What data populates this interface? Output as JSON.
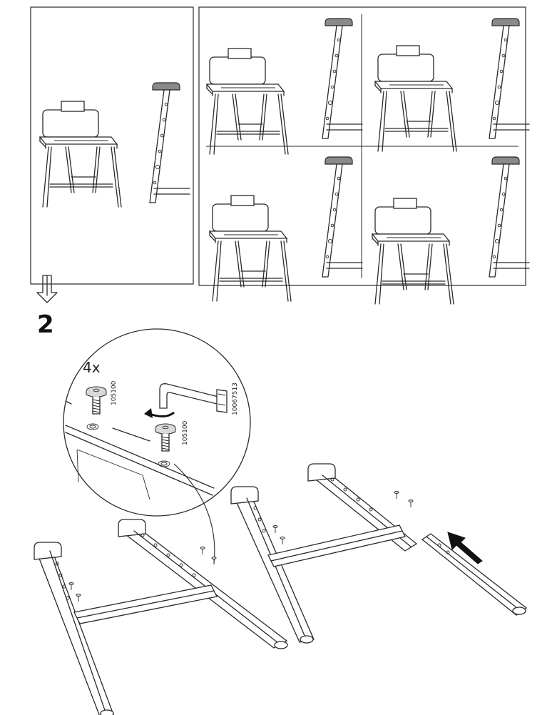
{
  "step": {
    "number": "2"
  },
  "detail": {
    "quantity": "4x",
    "bolt_part_number": "105100",
    "bolt_part_number_2": "105100",
    "key_part_number": "10067513"
  },
  "icons": {
    "continue_arrow": "double-down-arrow-icon",
    "rotation": "rotate-arrow-icon",
    "push_direction": "push-arrow-icon"
  },
  "colors": {
    "line": "#2a2a2a",
    "cap_fill": "#8a8a8a",
    "arrow_fill": "#111111"
  }
}
